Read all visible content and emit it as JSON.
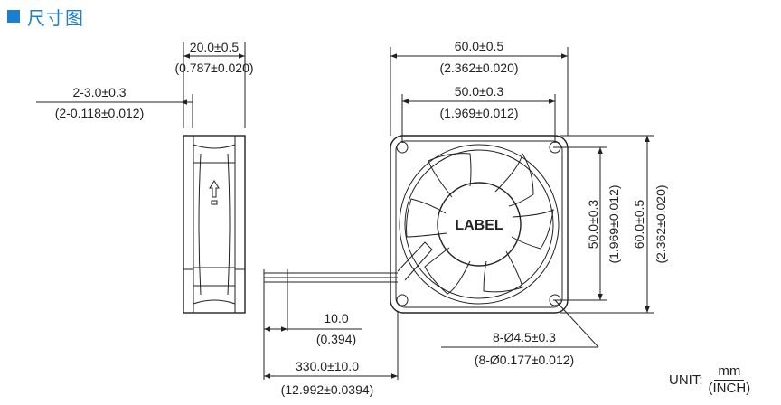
{
  "header": {
    "title": "尺寸图"
  },
  "dimensions": {
    "side_width": "20.0±0.5",
    "side_width_inch": "(0.787±0.020)",
    "rib": "2-3.0±0.3",
    "rib_inch": "(2-0.118±0.012)",
    "outer_width": "60.0±0.5",
    "outer_width_inch": "(2.362±0.020)",
    "hole_spacing": "50.0±0.3",
    "hole_spacing_inch": "(1.969±0.012)",
    "vert_hole_spacing": "50.0±0.3",
    "vert_hole_spacing_inch": "(1.969±0.012)",
    "vert_outer": "60.0±0.5",
    "vert_outer_inch": "(2.362±0.020)",
    "strip": "10.0",
    "strip_inch": "(0.394)",
    "lead_length": "330.0±10.0",
    "lead_length_inch": "(12.992±0.0394)",
    "holes": "8-Ø4.5±0.3",
    "holes_inch": "(8-Ø0.177±0.012)"
  },
  "fan": {
    "label": "LABEL",
    "airflow_icon": "up-arrow-icon"
  },
  "unit": {
    "label": "UNIT:",
    "numerator": "mm",
    "denominator": "(INCH)"
  }
}
